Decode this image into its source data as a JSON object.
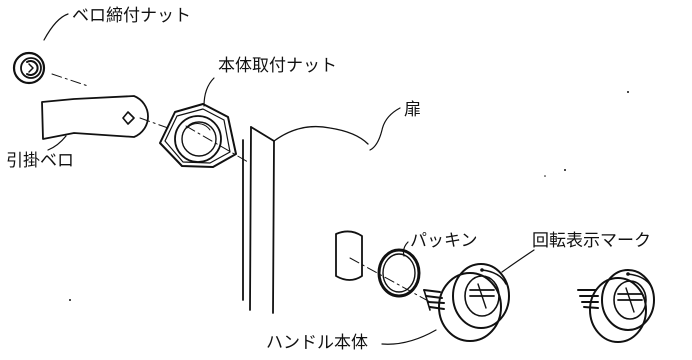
{
  "labels": {
    "bero_nut": "ベロ締付ナット",
    "body_nut": "本体取付ナット",
    "door": "扉",
    "hook_bero": "引掛ベロ",
    "packing": "パッキン",
    "rotation_mark": "回転表示マーク",
    "handle_body": "ハンドル本体"
  },
  "colors": {
    "line": "#111111",
    "background": "#ffffff"
  }
}
